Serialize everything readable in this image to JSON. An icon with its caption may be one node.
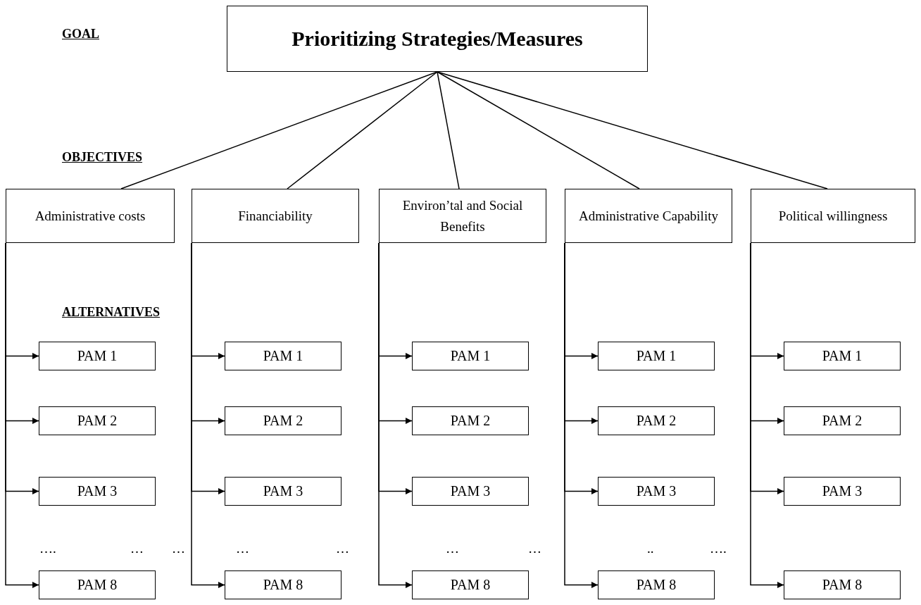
{
  "diagram": {
    "nodes": [
      {
        "text": [
          "Prioritizing Strategies/Measures"
        ]
      },
      {
        "text": [
          "Administrative costs"
        ]
      },
      {
        "text": [
          "Financiability"
        ]
      },
      {
        "text": [
          "Environ’tal and Social Benefits"
        ]
      },
      {
        "text": [
          "Administrative Capability"
        ]
      },
      {
        "text": [
          "Political willingness"
        ]
      },
      {
        "text": [
          "PAM 1"
        ]
      },
      {
        "text": [
          "PAM 2"
        ]
      },
      {
        "text": [
          "PAM 3"
        ]
      },
      {
        "text": [
          "PAM 8"
        ]
      },
      {
        "text": [
          "PAM 1"
        ]
      },
      {
        "text": [
          "PAM 2"
        ]
      },
      {
        "text": [
          "PAM 3"
        ]
      },
      {
        "text": [
          "PAM 8"
        ]
      },
      {
        "text": [
          "PAM 1"
        ]
      },
      {
        "text": [
          "PAM 2"
        ]
      },
      {
        "text": [
          "PAM 3"
        ]
      },
      {
        "text": [
          "PAM 8"
        ]
      },
      {
        "text": [
          "PAM 1"
        ]
      },
      {
        "text": [
          "PAM 2"
        ]
      },
      {
        "text": [
          "PAM 3"
        ]
      },
      {
        "text": [
          "PAM 8"
        ]
      },
      {
        "text": [
          "PAM 1"
        ]
      },
      {
        "text": [
          "PAM 2"
        ]
      },
      {
        "text": [
          "PAM 3"
        ]
      },
      {
        "text": [
          "PAM 8"
        ]
      }
    ],
    "edges": [
      {
        "from": 0,
        "to": 1,
        "arrow": "none"
      },
      {
        "from": 0,
        "to": 2,
        "arrow": "none"
      },
      {
        "from": 0,
        "to": 3,
        "arrow": "none"
      },
      {
        "from": 0,
        "to": 4,
        "arrow": "none"
      },
      {
        "from": 0,
        "to": 5,
        "arrow": "none"
      },
      {
        "from": 1,
        "to": 6,
        "arrow": "to"
      },
      {
        "from": 1,
        "to": 7,
        "arrow": "to"
      },
      {
        "from": 1,
        "to": 8,
        "arrow": "to"
      },
      {
        "from": 1,
        "to": 9,
        "arrow": "to"
      },
      {
        "from": 2,
        "to": 10,
        "arrow": "to"
      },
      {
        "from": 2,
        "to": 11,
        "arrow": "to"
      },
      {
        "from": 2,
        "to": 12,
        "arrow": "to"
      },
      {
        "from": 2,
        "to": 13,
        "arrow": "to"
      },
      {
        "from": 3,
        "to": 14,
        "arrow": "to"
      },
      {
        "from": 3,
        "to": 15,
        "arrow": "to"
      },
      {
        "from": 3,
        "to": 16,
        "arrow": "to"
      },
      {
        "from": 3,
        "to": 17,
        "arrow": "to"
      },
      {
        "from": 4,
        "to": 18,
        "arrow": "to"
      },
      {
        "from": 4,
        "to": 19,
        "arrow": "to"
      },
      {
        "from": 4,
        "to": 20,
        "arrow": "to"
      },
      {
        "from": 4,
        "to": 21,
        "arrow": "to"
      },
      {
        "from": 5,
        "to": 22,
        "arrow": "to"
      },
      {
        "from": 5,
        "to": 23,
        "arrow": "to"
      },
      {
        "from": 5,
        "to": 24,
        "arrow": "to"
      },
      {
        "from": 5,
        "to": 25,
        "arrow": "to"
      }
    ],
    "labels": [
      "GOAL",
      "OBJECTIVES",
      "ALTERNATIVES",
      "….",
      "…",
      "…",
      "…",
      "…",
      "…",
      "…",
      "..",
      "…."
    ]
  }
}
